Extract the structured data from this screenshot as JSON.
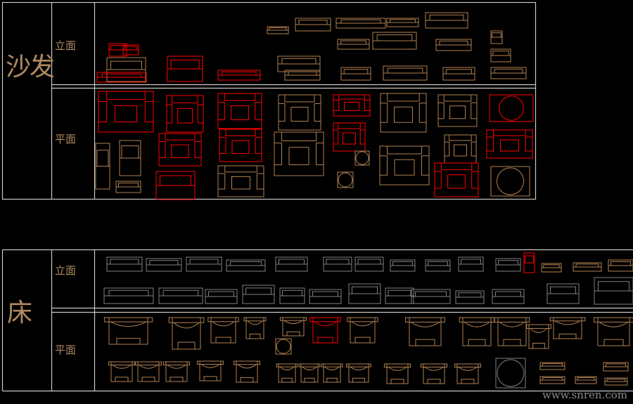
{
  "sections": [
    {
      "title": "沙发",
      "rows": [
        {
          "label": "立面"
        },
        {
          "label": "平面"
        }
      ]
    },
    {
      "title": "床",
      "rows": [
        {
          "label": "立面"
        },
        {
          "label": "平面"
        }
      ]
    }
  ],
  "watermark": "www.snren.com",
  "colors": {
    "frame": "#c8c8c8",
    "red": "#ff0000",
    "tan": "#b08050",
    "gray": "#808080",
    "background": "#000000"
  }
}
